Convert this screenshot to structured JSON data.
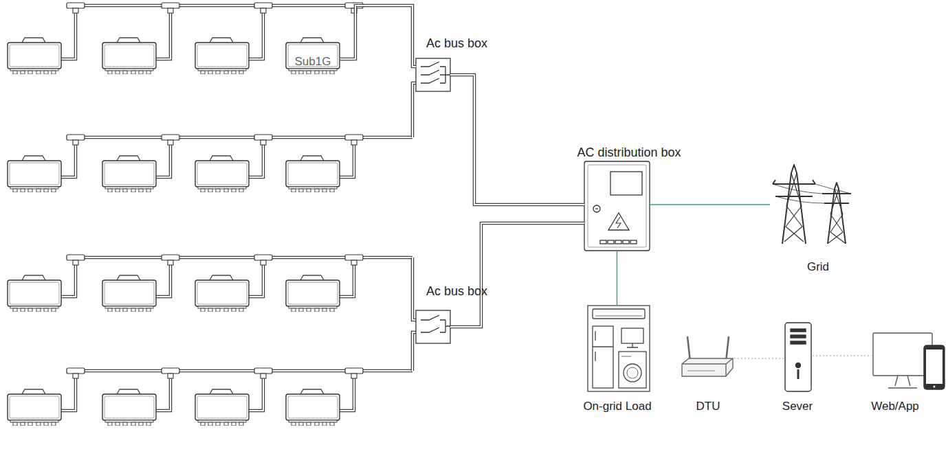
{
  "diagram": {
    "nodes": [
      {
        "text": [
          "Sub1G"
        ]
      },
      {
        "text": [
          "Ac bus box"
        ]
      },
      {
        "text": [
          "AC distribution box"
        ]
      },
      {
        "text": [
          "Grid"
        ]
      },
      {
        "text": [
          "Ac bus box"
        ]
      },
      {
        "text": [
          "On-grid Load"
        ]
      },
      {
        "text": [
          "DTU"
        ]
      },
      {
        "text": [
          "Sever"
        ]
      },
      {
        "text": [
          "Web/App"
        ]
      }
    ],
    "edges": [
      {
        "from": 0,
        "to": 1,
        "arrow": "none"
      },
      {
        "from": 1,
        "to": 2,
        "arrow": "none"
      },
      {
        "from": 4,
        "to": 2,
        "arrow": "none"
      },
      {
        "from": 2,
        "to": 3,
        "arrow": "none"
      },
      {
        "from": 2,
        "to": 5,
        "arrow": "none"
      },
      {
        "from": 6,
        "to": 7,
        "arrow": "none"
      },
      {
        "from": 7,
        "to": 8,
        "arrow": "none"
      }
    ]
  }
}
